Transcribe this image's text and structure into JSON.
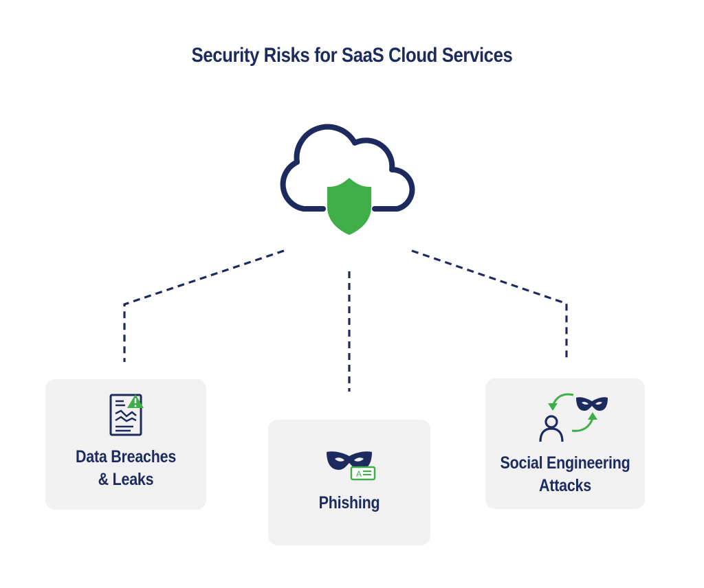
{
  "title": "Security Risks for SaaS Cloud Services",
  "center_icon": "cloud-shield-icon",
  "colors": {
    "navy": "#1c2a5e",
    "green": "#3fae49",
    "card_background": "#f1f1f2"
  },
  "risks": [
    {
      "label_lines": [
        "Data Breaches",
        "& Leaks"
      ],
      "icon": "document-warning-icon"
    },
    {
      "label_lines": [
        "Phishing"
      ],
      "icon": "mask-id-card-icon"
    },
    {
      "label_lines": [
        "Social Engineering",
        "Attacks"
      ],
      "icon": "person-mask-exchange-icon"
    }
  ]
}
